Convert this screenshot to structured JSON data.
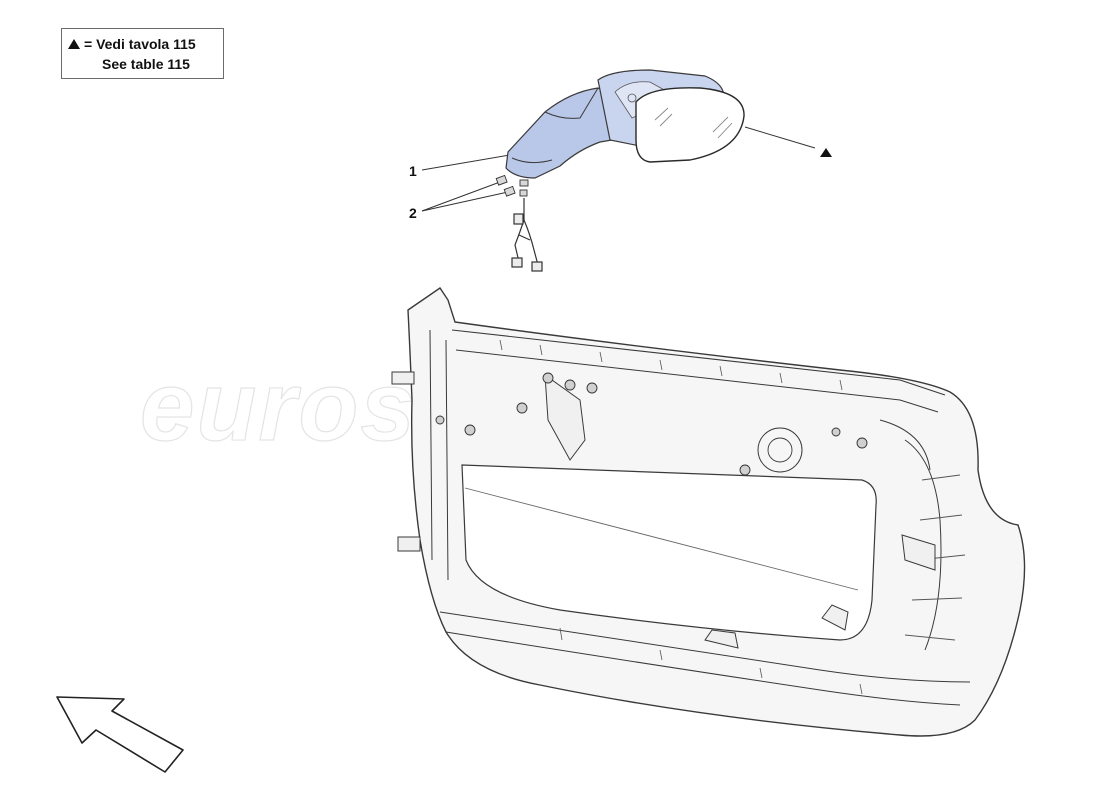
{
  "legend": {
    "symbol": "▲",
    "equals": "=",
    "line1": "Vedi tavola 115",
    "line2": "See table 115"
  },
  "callouts": {
    "part1": "1",
    "part2": "2",
    "ref_marker": "▲"
  },
  "watermark": {
    "text": "eurospares"
  },
  "colors": {
    "highlight_part": "#b9c7e8",
    "line": "#3a3a3a",
    "door_fill": "#f6f6f6"
  }
}
